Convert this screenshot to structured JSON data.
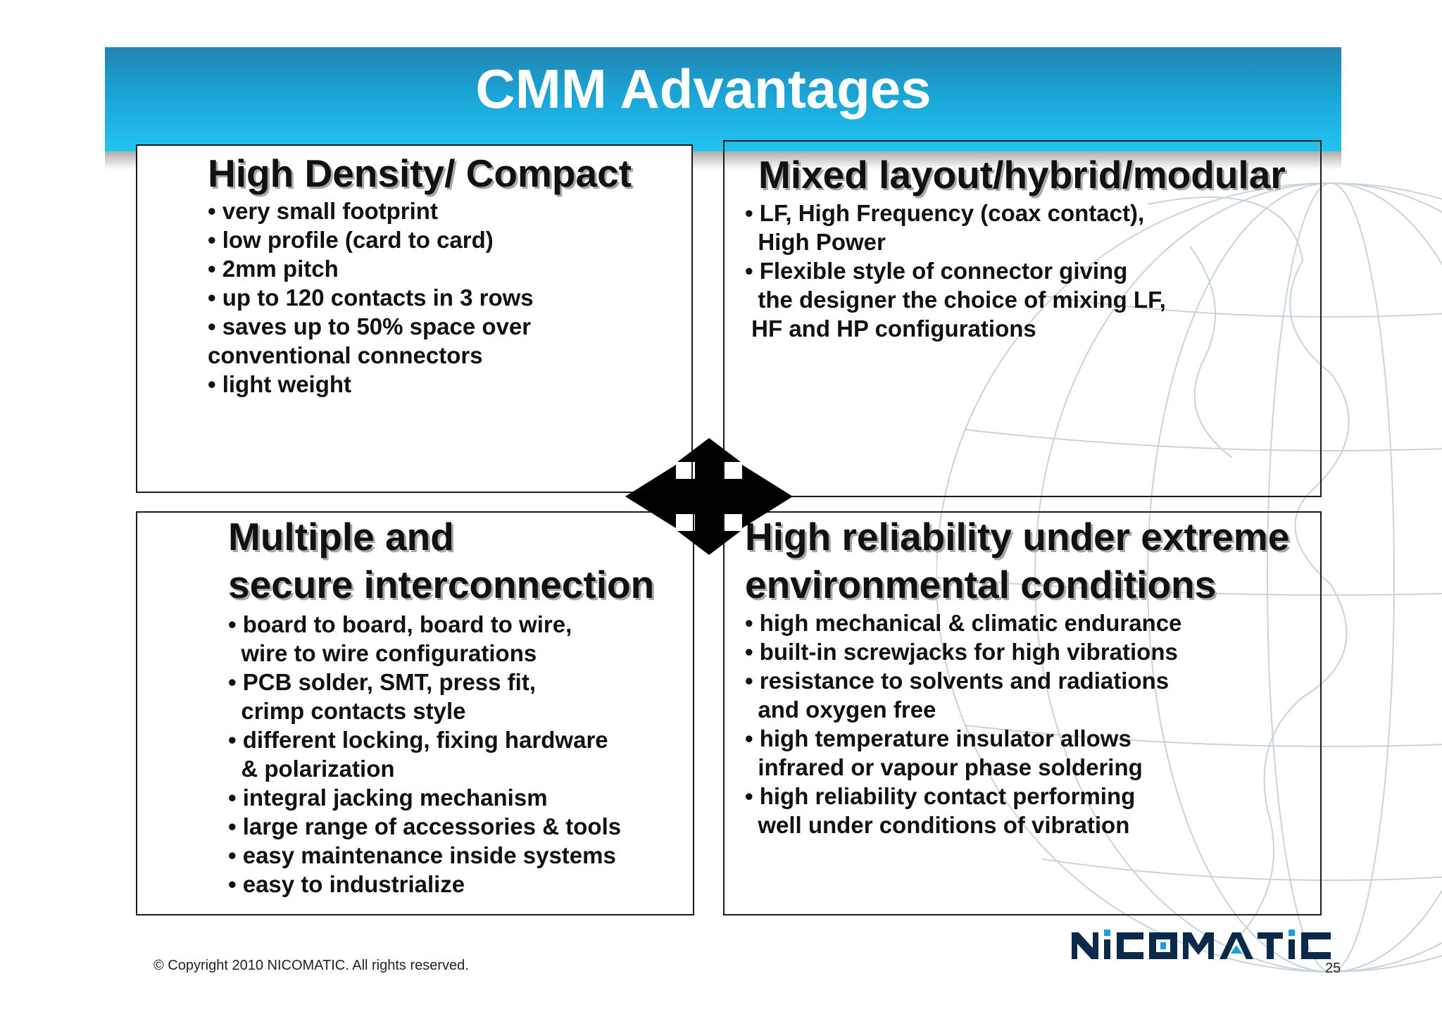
{
  "title": "CMM Advantages",
  "quadrants": [
    {
      "heading": [
        "High Density/ Compact"
      ],
      "bullets": [
        "• very small footprint",
        "• low profile (card to card)",
        "• 2mm pitch",
        "• up to 120 contacts in 3 rows",
        "• saves up to 50% space over",
        "conventional connectors",
        "• light weight"
      ]
    },
    {
      "heading": [
        "Mixed layout/hybrid/modular"
      ],
      "bullets": [
        "• LF, High Frequency (coax contact),",
        "  High Power",
        "• Flexible style of connector giving",
        "  the designer the choice of mixing LF,",
        " HF and HP configurations"
      ]
    },
    {
      "heading": [
        "Multiple and",
        "secure interconnection"
      ],
      "bullets": [
        "• board to board, board to wire,",
        "  wire to wire configurations",
        "• PCB solder, SMT, press fit,",
        "  crimp contacts style",
        "• different locking, fixing hardware",
        "  & polarization",
        "• integral jacking mechanism",
        "• large range of accessories & tools",
        "• easy maintenance inside systems",
        "• easy to industrialize"
      ]
    },
    {
      "heading": [
        "High reliability under extreme",
        "environmental conditions"
      ],
      "bullets": [
        "• high mechanical & climatic endurance",
        "• built-in screwjacks for high vibrations",
        "• resistance to solvents and radiations",
        "  and oxygen free",
        "• high temperature insulator allows",
        "  infrared or vapour phase soldering",
        "• high reliability contact performing",
        "  well under conditions of vibration"
      ]
    }
  ],
  "logo_text": "NICOMATIC",
  "footer": {
    "copyright": "© Copyright 2010 NICOMATIC. All rights reserved.",
    "page_number": "25"
  },
  "colors": {
    "banner_dark": "#2284b2",
    "banner_light": "#22c4f0",
    "logo_dark": "#0b2a4a",
    "logo_accent": "#1aa0d8",
    "text": "#111111"
  }
}
